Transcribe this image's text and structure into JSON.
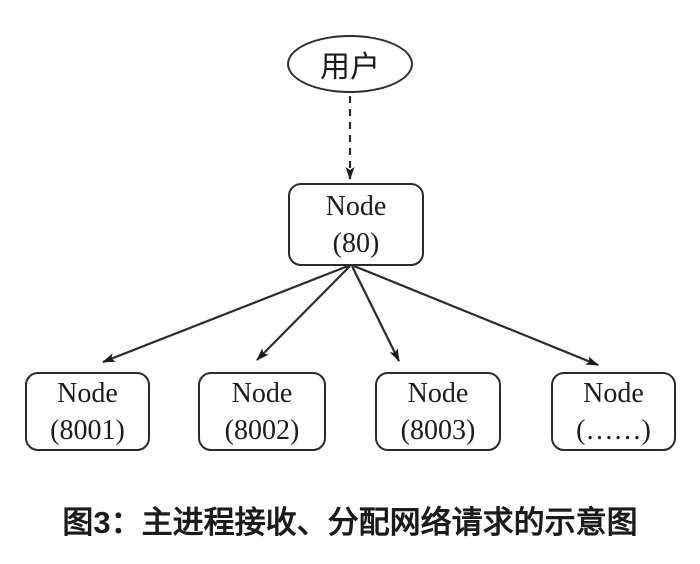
{
  "diagram": {
    "user": {
      "label": "用户"
    },
    "root": {
      "title": "Node",
      "port": "(80)"
    },
    "children": [
      {
        "title": "Node",
        "port": "(8001)"
      },
      {
        "title": "Node",
        "port": "(8002)"
      },
      {
        "title": "Node",
        "port": "(8003)"
      },
      {
        "title": "Node",
        "port": "(……)"
      }
    ],
    "caption": "图3：主进程接收、分配网络请求的示意图",
    "colors": {
      "stroke": "#2b2b2b",
      "text": "#1b1b1b"
    }
  }
}
